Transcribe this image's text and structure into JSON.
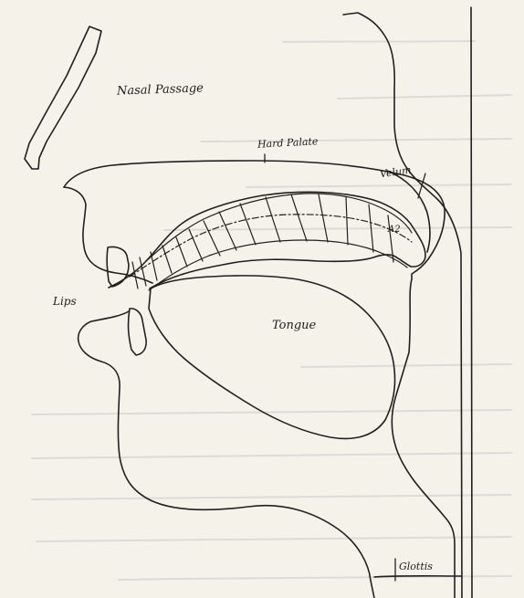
{
  "labels": {
    "nasal_passage": "Nasal Passage",
    "hard_palate": "Hard Palate",
    "velum": "Velum",
    "lips": "Lips",
    "tongue": "Tongue",
    "glottis": "Glottis",
    "az": "A2"
  }
}
